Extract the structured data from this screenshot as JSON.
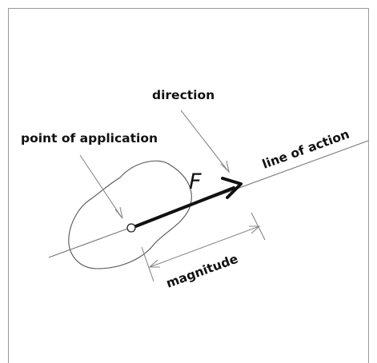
{
  "labels": {
    "direction": "direction",
    "point_of_application": "point of application",
    "line_of_action": "line of action",
    "magnitude": "magnitude",
    "force": "F"
  }
}
